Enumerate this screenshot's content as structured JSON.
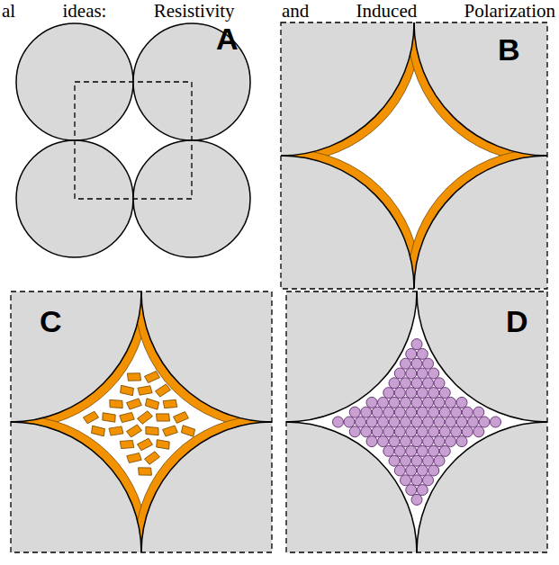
{
  "diagram": {
    "labels": [
      "al ideas: Resistivity and Induced Polarization",
      "A",
      "B",
      "C",
      "D"
    ]
  }
}
